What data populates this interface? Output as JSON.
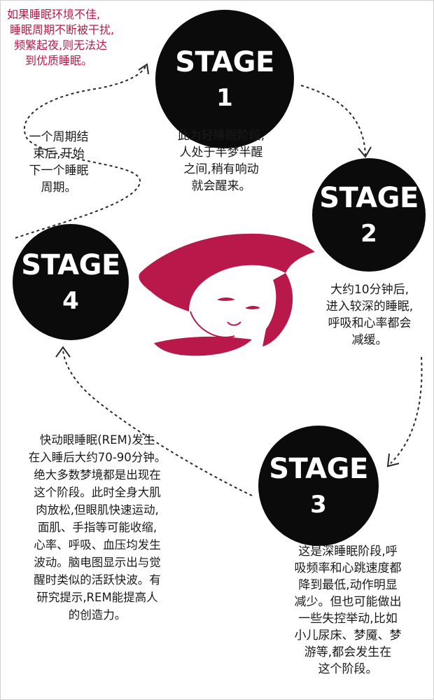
{
  "colors": {
    "stage_circle": "#0b0b0b",
    "accent": "#b8184a",
    "text": "#1a1a1a"
  },
  "stages": [
    {
      "word": "STAGE",
      "number": "1"
    },
    {
      "word": "STAGE",
      "number": "2"
    },
    {
      "word": "STAGE",
      "number": "3"
    },
    {
      "word": "STAGE",
      "number": "4"
    }
  ],
  "notes": {
    "warning": [
      "如果睡眠环境不佳,",
      "睡眠周期不断被干扰,",
      "频繁起夜,则无法达",
      "到优质睡眠。"
    ],
    "cycle": [
      "一个周期结",
      "束后,开始",
      "下一个睡眠",
      "周期。"
    ],
    "stage1": [
      "此为轻睡眠阶段,",
      "人处于半梦半醒",
      "之间,稍有响动",
      "就会醒来。"
    ],
    "stage2": [
      "大约10分钟后,",
      "进入较深的睡眠,",
      "呼吸和心率都会",
      "减缓。"
    ],
    "stage3": [
      "这是深睡眠阶段,呼",
      "吸频率和心跳速度都",
      "降到最低,动作明显",
      "减少。但也可能做出",
      "一些失控举动,比如",
      "小儿尿床、梦魇、梦",
      "游等,都会发生在",
      "这个阶段。"
    ],
    "stage4": [
      "快动眼睡眠(REM)发生",
      "在入睡后大约70-90分钟。",
      "绝大多数梦境都是出现在",
      "这个阶段。此时全身大肌",
      "肉放松,但眼肌快速运动,",
      "面肌、手指等可能收缩,",
      "心率、呼吸、血压均发生",
      "波动。脑电图显示出与觉",
      "醒时类似的活跃快波。有",
      "研究提示,REM能提高人",
      "的创造力。"
    ]
  }
}
